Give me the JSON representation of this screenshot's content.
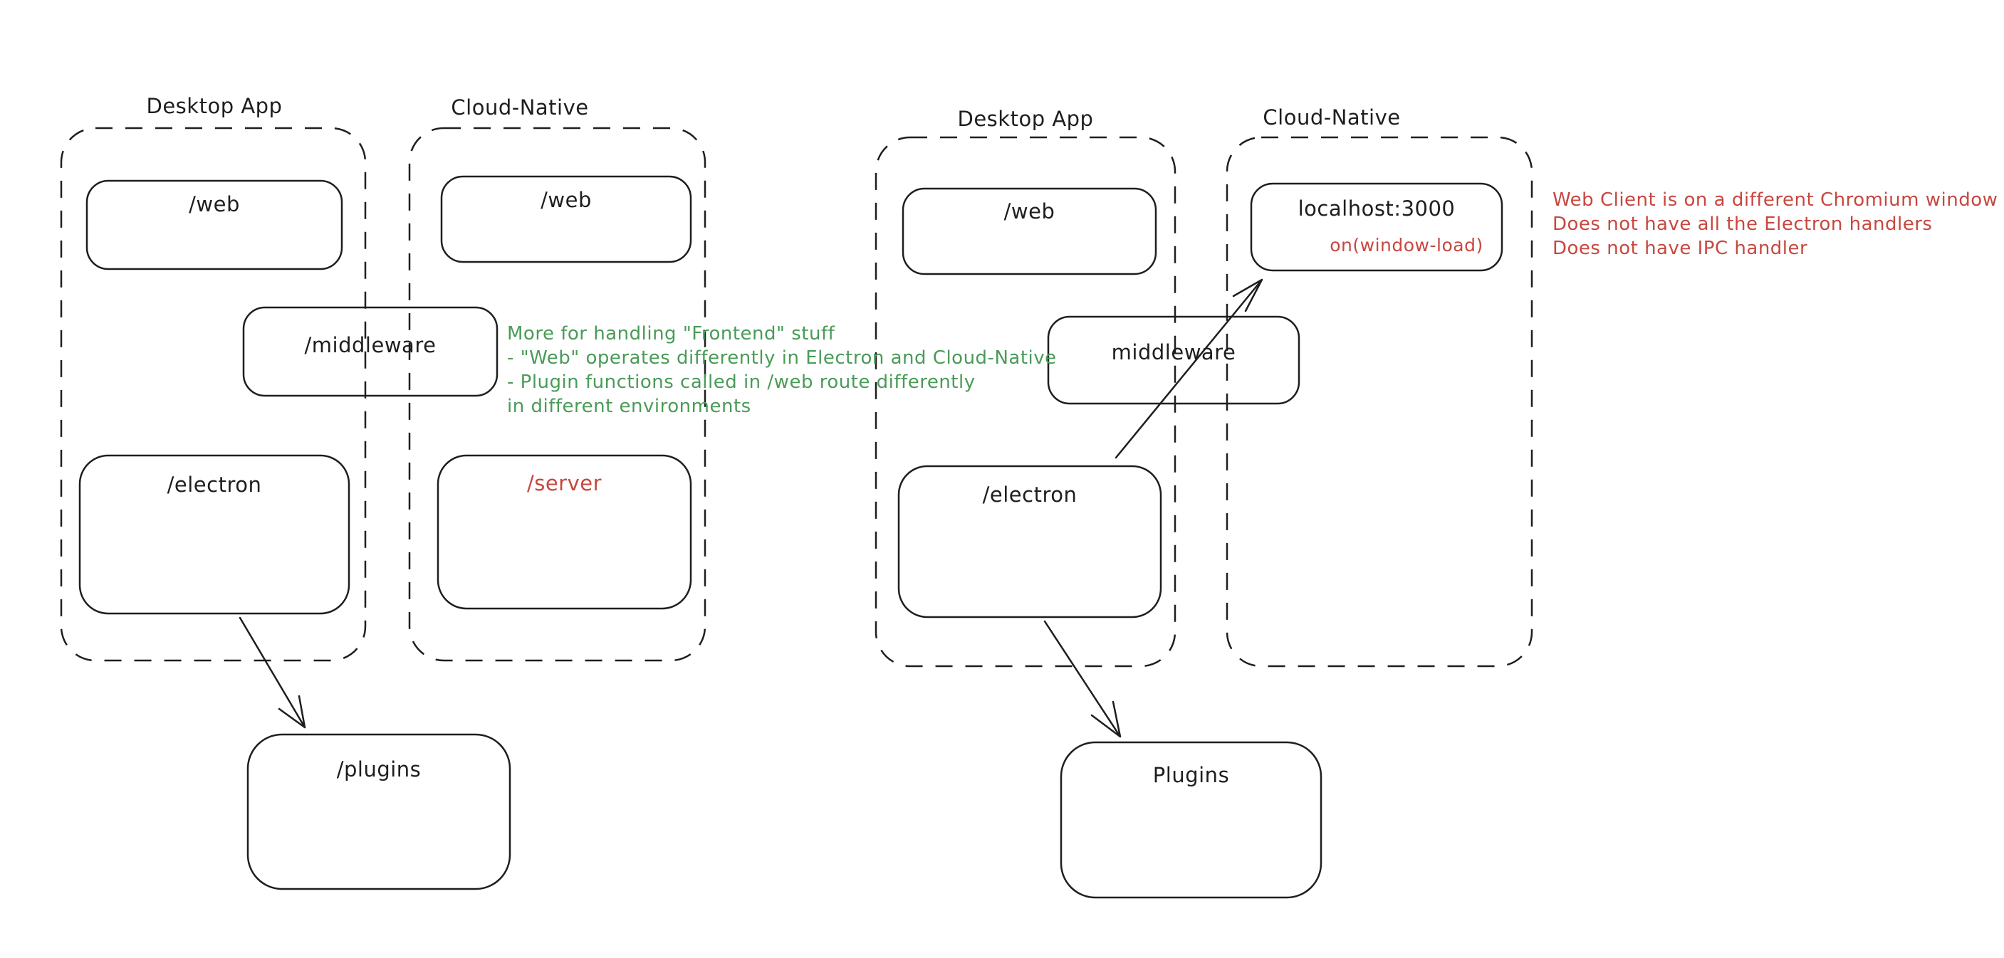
{
  "colors": {
    "stroke": "#1e1e1e",
    "green": "#4a9b58",
    "red": "#c8473f",
    "background": "#ffffff"
  },
  "left": {
    "desktop_label": "Desktop App",
    "cloud_label": "Cloud-Native",
    "web_desktop_label": "/web",
    "web_cloud_label": "/web",
    "middleware_label": "/middleware",
    "electron_label": "/electron",
    "server_label": "/server",
    "plugins_label": "/plugins",
    "note": {
      "color": "#4a9b58",
      "lines": [
        "More for handling \"Frontend\" stuff",
        "- \"Web\" operates differently in Electron and Cloud-Native",
        "- Plugin functions called in /web route differently",
        "in different environments"
      ]
    }
  },
  "right": {
    "desktop_label": "Desktop App",
    "cloud_label": "Cloud-Native",
    "web_label": "/web",
    "localhost_label": "localhost:3000",
    "window_load_label": "on(window-load)",
    "middleware_label": "middleware",
    "electron_label": "/electron",
    "plugins_label": "Plugins",
    "note": {
      "color": "#c8473f",
      "lines": [
        "Web Client is on a different Chromium window",
        "Does not have all the Electron handlers",
        "Does not have IPC handler"
      ]
    }
  }
}
